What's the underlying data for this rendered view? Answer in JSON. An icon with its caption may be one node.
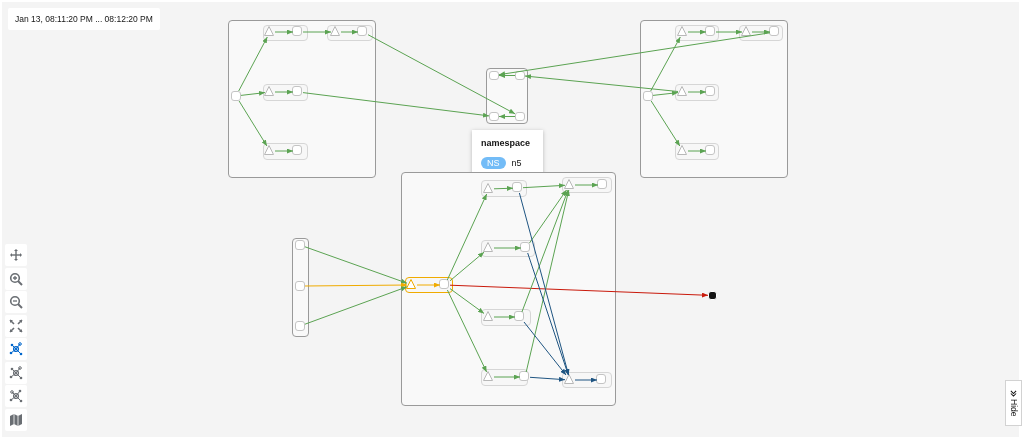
{
  "diagram": {
    "nodes": [
      {
        "text": [],
        "shape": "box"
      },
      {
        "text": [],
        "shape": "box",
        "in": 0
      },
      {
        "text": [],
        "shape": "box",
        "in": 0
      },
      {
        "text": [],
        "shape": "triangle",
        "in": 2
      },
      {
        "text": [],
        "shape": "box",
        "in": 2
      },
      {
        "text": [],
        "shape": "box",
        "in": 0
      },
      {
        "text": [],
        "shape": "triangle",
        "in": 5
      },
      {
        "text": [],
        "shape": "box",
        "in": 5
      },
      {
        "text": [],
        "shape": "box",
        "in": 0
      },
      {
        "text": [],
        "shape": "triangle",
        "in": 8
      },
      {
        "text": [],
        "shape": "box",
        "in": 8
      },
      {
        "text": [],
        "shape": "box",
        "in": 0
      },
      {
        "text": [],
        "shape": "triangle",
        "in": 11
      },
      {
        "text": [],
        "shape": "box",
        "in": 11
      },
      {
        "text": [],
        "shape": "box"
      },
      {
        "text": [],
        "shape": "box",
        "in": 14
      },
      {
        "text": [],
        "shape": "box",
        "in": 14
      },
      {
        "text": [],
        "shape": "box",
        "in": 14
      },
      {
        "text": [],
        "shape": "box",
        "in": 14
      },
      {
        "text": [
          "namespace",
          "NS",
          "n5"
        ]
      },
      {
        "text": [],
        "shape": "box"
      },
      {
        "text": [],
        "shape": "box",
        "in": 20
      },
      {
        "text": [],
        "shape": "box",
        "in": 20
      },
      {
        "text": [],
        "shape": "triangle",
        "in": 22
      },
      {
        "text": [],
        "shape": "box",
        "in": 22
      },
      {
        "text": [],
        "shape": "box",
        "in": 20
      },
      {
        "text": [],
        "shape": "triangle",
        "in": 25
      },
      {
        "text": [],
        "shape": "box",
        "in": 25
      },
      {
        "text": [],
        "shape": "box",
        "in": 20
      },
      {
        "text": [],
        "shape": "triangle",
        "in": 28
      },
      {
        "text": [],
        "shape": "box",
        "in": 28
      },
      {
        "text": [],
        "shape": "box",
        "in": 20
      },
      {
        "text": [],
        "shape": "triangle",
        "in": 31
      },
      {
        "text": [],
        "shape": "box",
        "in": 31
      },
      {
        "text": [],
        "shape": "box"
      },
      {
        "text": [],
        "shape": "box",
        "in": 34
      },
      {
        "text": [],
        "shape": "box",
        "in": 34
      },
      {
        "text": [],
        "shape": "box",
        "in": 34
      },
      {
        "text": [],
        "shape": "box"
      },
      {
        "text": [],
        "shape": "box",
        "in": 38
      },
      {
        "text": [],
        "shape": "triangle",
        "in": 39
      },
      {
        "text": [],
        "shape": "box",
        "in": 39
      },
      {
        "text": [],
        "shape": "box",
        "in": 38
      },
      {
        "text": [],
        "shape": "triangle",
        "in": 42
      },
      {
        "text": [],
        "shape": "box",
        "in": 42
      },
      {
        "text": [],
        "shape": "box",
        "in": 38
      },
      {
        "text": [],
        "shape": "triangle",
        "in": 45
      },
      {
        "text": [],
        "shape": "box",
        "in": 45
      },
      {
        "text": [],
        "shape": "box",
        "in": 38
      },
      {
        "text": [],
        "shape": "triangle",
        "in": 48
      },
      {
        "text": [],
        "shape": "box",
        "in": 48
      },
      {
        "text": [],
        "shape": "box",
        "in": 38
      },
      {
        "text": [],
        "shape": "triangle",
        "in": 51
      },
      {
        "text": [],
        "shape": "box",
        "in": 51
      },
      {
        "text": [],
        "shape": "box",
        "in": 38
      },
      {
        "text": [],
        "shape": "triangle",
        "in": 54
      },
      {
        "text": [],
        "shape": "box",
        "in": 54
      },
      {
        "text": [],
        "shape": "box",
        "in": 38
      },
      {
        "text": [],
        "shape": "triangle",
        "in": 57
      },
      {
        "text": [],
        "shape": "box",
        "in": 57
      },
      {
        "text": [],
        "shape": "box"
      }
    ],
    "edges": [
      {
        "from": 1,
        "to": 3,
        "arrow": "to"
      },
      {
        "from": 1,
        "to": 9,
        "arrow": "to"
      },
      {
        "from": 1,
        "to": 12,
        "arrow": "to"
      },
      {
        "from": 3,
        "to": 4,
        "arrow": "to"
      },
      {
        "from": 4,
        "to": 6,
        "arrow": "to"
      },
      {
        "from": 6,
        "to": 7,
        "arrow": "to"
      },
      {
        "from": 9,
        "to": 10,
        "arrow": "to"
      },
      {
        "from": 12,
        "to": 13,
        "arrow": "to"
      },
      {
        "from": 7,
        "to": 18,
        "arrow": "to"
      },
      {
        "from": 10,
        "to": 17,
        "arrow": "to"
      },
      {
        "from": 18,
        "to": 17,
        "arrow": "to"
      },
      {
        "from": 16,
        "to": 15,
        "arrow": "to"
      },
      {
        "from": 27,
        "to": 15,
        "arrow": "to"
      },
      {
        "from": 29,
        "to": 16,
        "arrow": "to"
      },
      {
        "from": 21,
        "to": 23,
        "arrow": "to"
      },
      {
        "from": 21,
        "to": 29,
        "arrow": "to"
      },
      {
        "from": 21,
        "to": 32,
        "arrow": "to"
      },
      {
        "from": 23,
        "to": 24,
        "arrow": "to"
      },
      {
        "from": 24,
        "to": 26,
        "arrow": "to"
      },
      {
        "from": 26,
        "to": 27,
        "arrow": "to"
      },
      {
        "from": 29,
        "to": 30,
        "arrow": "to"
      },
      {
        "from": 32,
        "to": 33,
        "arrow": "to"
      },
      {
        "from": 35,
        "to": 40,
        "arrow": "to"
      },
      {
        "from": 36,
        "to": 40,
        "arrow": "to",
        "color": "#f0ab00"
      },
      {
        "from": 37,
        "to": 40,
        "arrow": "to"
      },
      {
        "from": 40,
        "to": 41,
        "arrow": "to",
        "color": "#f0ab00"
      },
      {
        "from": 41,
        "to": 43,
        "arrow": "to"
      },
      {
        "from": 41,
        "to": 46,
        "arrow": "to"
      },
      {
        "from": 41,
        "to": 49,
        "arrow": "to"
      },
      {
        "from": 41,
        "to": 52,
        "arrow": "to"
      },
      {
        "from": 41,
        "to": 60,
        "arrow": "to",
        "color": "#c9190b"
      },
      {
        "from": 43,
        "to": 44,
        "arrow": "to"
      },
      {
        "from": 46,
        "to": 47,
        "arrow": "to"
      },
      {
        "from": 49,
        "to": 50,
        "arrow": "to"
      },
      {
        "from": 52,
        "to": 53,
        "arrow": "to"
      },
      {
        "from": 44,
        "to": 55,
        "arrow": "to"
      },
      {
        "from": 47,
        "to": 55,
        "arrow": "to"
      },
      {
        "from": 50,
        "to": 55,
        "arrow": "to"
      },
      {
        "from": 53,
        "to": 55,
        "arrow": "to"
      },
      {
        "from": 44,
        "to": 58,
        "arrow": "to",
        "color": "#1f5582"
      },
      {
        "from": 47,
        "to": 58,
        "arrow": "to",
        "color": "#1f5582"
      },
      {
        "from": 50,
        "to": 58,
        "arrow": "to",
        "color": "#1f5582"
      },
      {
        "from": 53,
        "to": 58,
        "arrow": "to",
        "color": "#1f5582"
      },
      {
        "from": 55,
        "to": 56,
        "arrow": "to"
      },
      {
        "from": 58,
        "to": 59,
        "arrow": "to",
        "color": "#1f5582"
      }
    ],
    "labels": [
      "Jan 13, 08:11:20 PM ... 08:12:20 PM",
      "Hide"
    ]
  }
}
